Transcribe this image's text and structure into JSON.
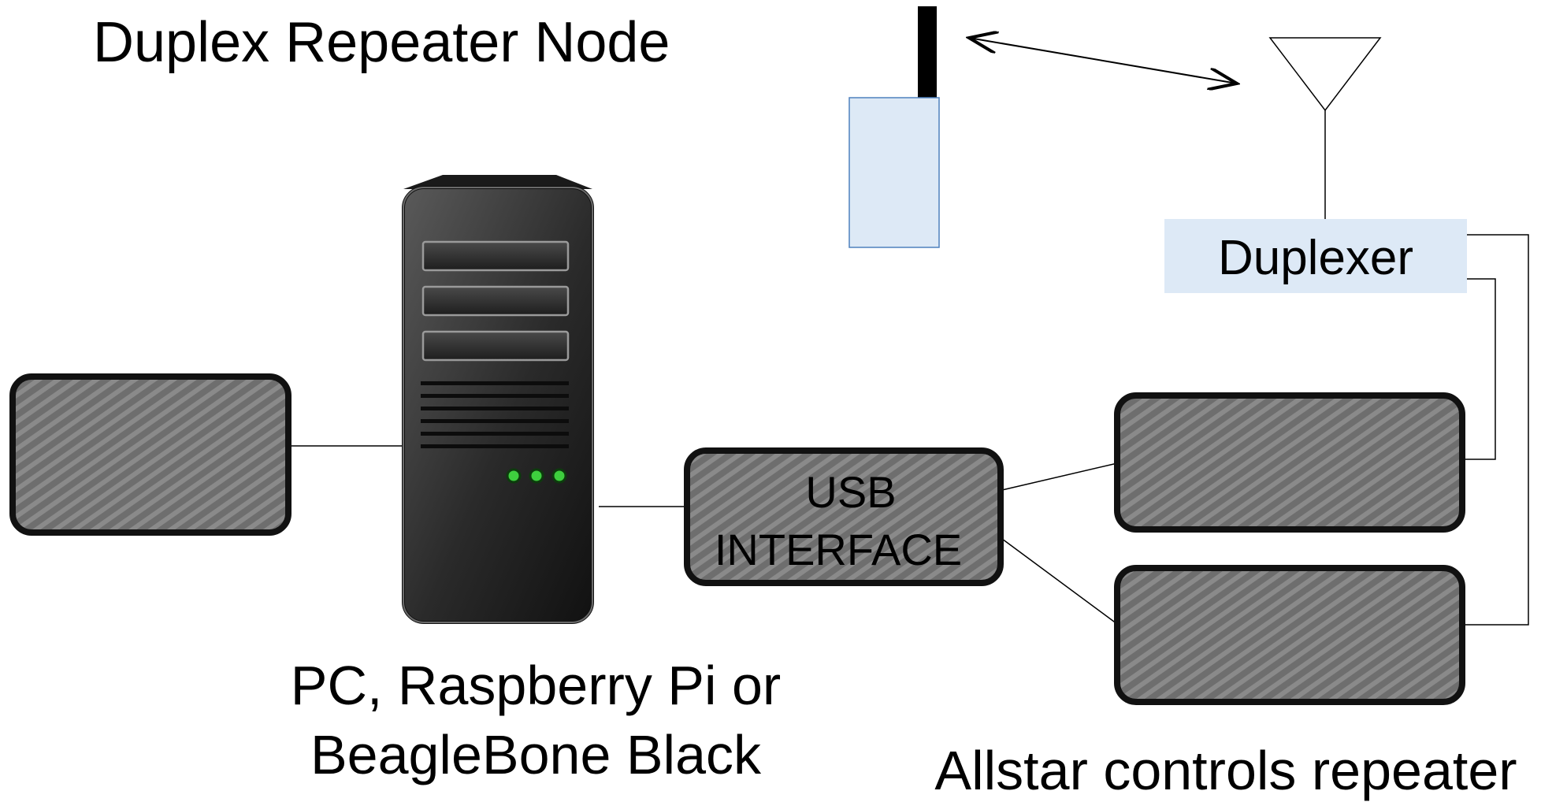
{
  "title": "Duplex Repeater Node",
  "usb_interface": {
    "line1": "USB",
    "line2": "INTERFACE"
  },
  "duplexer_label": "Duplexer",
  "computer_caption": {
    "line1": "PC, Raspberry Pi or",
    "line2": "BeagleBone Black"
  },
  "repeater_caption": "Allstar controls repeater",
  "colors": {
    "handheld_fill": "#dde9f6",
    "handheld_border": "#4f81bd",
    "duplexer_fill": "#dde9f6",
    "device_fill": "#6b6b6b",
    "device_border": "#111111",
    "tower_led": "#3ecf3e"
  },
  "icons": {
    "handheld": "handheld-radio-icon",
    "antenna": "antenna-icon",
    "tower": "computer-tower-icon",
    "link": "bidirectional-arrow-icon"
  }
}
